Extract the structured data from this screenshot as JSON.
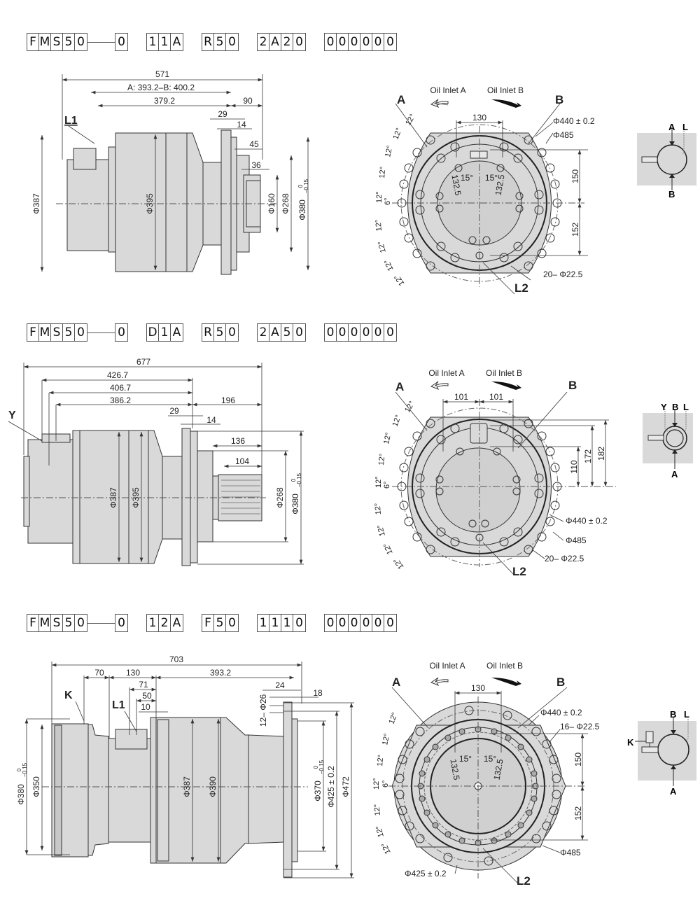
{
  "sections": [
    {
      "code": {
        "g1": [
          "F",
          "M",
          "S",
          "5",
          "0"
        ],
        "g2": [
          "0"
        ],
        "g3": [
          "1",
          "1",
          "A"
        ],
        "g4": [
          "R",
          "5",
          "0"
        ],
        "g5": [
          "2",
          "A",
          "2",
          "0"
        ],
        "g6": [
          "0",
          "0",
          "0",
          "0",
          "0",
          "0"
        ]
      },
      "side_view": {
        "dims": {
          "overall": "571",
          "ab": "A: 393.2–B: 400.2",
          "d379": "379.2",
          "d90": "90",
          "d29": "29",
          "d14": "14",
          "d45": "45",
          "d36": "36"
        },
        "diameters": {
          "body": "Φ387",
          "housing": "Φ395",
          "bore": "Φ160",
          "pilot": "Φ268",
          "flange": "Φ380",
          "flange_tol_upper": "0",
          "flange_tol_lower": "−0.15"
        },
        "labels": {
          "port": "L1"
        }
      },
      "front_view": {
        "oil_inlet_a": "Oil Inlet A",
        "oil_inlet_b": "Oil Inlet B",
        "port_a": "A",
        "port_b": "B",
        "port_l2": "L2",
        "d_top": "130",
        "angle_left": "15°",
        "angle_right": "15°",
        "radius": "132.5",
        "pcd": "Φ440 ± 0.2",
        "outer": "Φ485",
        "holes": "20– Φ22.5",
        "v_upper": "150",
        "v_lower": "152",
        "angles": [
          "12°",
          "12°",
          "12°",
          "12°",
          "12°",
          "6°",
          "12°",
          "12°",
          "12°",
          "12°"
        ]
      },
      "schematic": {
        "top1": "A",
        "top2": "L",
        "bottom": "B"
      }
    },
    {
      "code": {
        "g1": [
          "F",
          "M",
          "S",
          "5",
          "0"
        ],
        "g2": [
          "0"
        ],
        "g3": [
          "D",
          "1",
          "A"
        ],
        "g4": [
          "R",
          "5",
          "0"
        ],
        "g5": [
          "2",
          "A",
          "5",
          "0"
        ],
        "g6": [
          "0",
          "0",
          "0",
          "0",
          "0",
          "0"
        ]
      },
      "side_view": {
        "dims": {
          "overall": "677",
          "d426": "426.7",
          "d406": "406.7",
          "d386": "386.2",
          "d196": "196",
          "d29": "29",
          "d14": "14",
          "d136": "136",
          "d104": "104"
        },
        "diameters": {
          "body": "Φ387",
          "housing": "Φ395",
          "pilot": "Φ268",
          "flange": "Φ380",
          "flange_tol_upper": "0",
          "flange_tol_lower": "−0.15"
        },
        "labels": {
          "port": "Y"
        }
      },
      "front_view": {
        "oil_inlet_a": "Oil Inlet A",
        "oil_inlet_b": "Oil Inlet B",
        "port_a": "A",
        "port_b": "B",
        "port_l2": "L2",
        "d_left": "101",
        "d_right": "101",
        "pcd": "Φ440 ± 0.2",
        "outer": "Φ485",
        "holes": "20– Φ22.5",
        "v110": "110",
        "v172": "172",
        "v182": "182",
        "angles": [
          "12°",
          "12°",
          "12°",
          "12°",
          "12°",
          "6°",
          "12°",
          "12°",
          "12°",
          "12°"
        ]
      },
      "schematic": {
        "top1": "Y",
        "top2": "B",
        "top3": "L",
        "bottom": "A"
      }
    },
    {
      "code": {
        "g1": [
          "F",
          "M",
          "S",
          "5",
          "0"
        ],
        "g2": [
          "0"
        ],
        "g3": [
          "1",
          "2",
          "A"
        ],
        "g4": [
          "F",
          "5",
          "0"
        ],
        "g5": [
          "1",
          "1",
          "1",
          "0"
        ],
        "g6": [
          "0",
          "0",
          "0",
          "0",
          "0",
          "0"
        ]
      },
      "side_view": {
        "dims": {
          "overall": "703",
          "d70": "70",
          "d130": "130",
          "d393": "393.2",
          "d71": "71",
          "d50": "50",
          "d10": "10",
          "d24": "24",
          "d18": "18"
        },
        "diameters": {
          "rear": "Φ380",
          "rear_tol_upper": "0",
          "rear_tol_lower": "−0.15",
          "d350": "Φ350",
          "body": "Φ387",
          "housing": "Φ390",
          "pilot": "Φ370",
          "pilot_tol_upper": "0",
          "pilot_tol_lower": "−0.15",
          "pcd": "Φ425 ± 0.2",
          "flange": "Φ472",
          "holes": "12– Φ26"
        },
        "labels": {
          "brake": "K",
          "port": "L1"
        }
      },
      "front_view": {
        "oil_inlet_a": "Oil Inlet A",
        "oil_inlet_b": "Oil Inlet B",
        "port_a": "A",
        "port_b": "B",
        "port_l2": "L2",
        "d_top": "130",
        "angle_left": "15°",
        "angle_right": "15°",
        "radius": "132.5",
        "pcd": "Φ440 ± 0.2",
        "holes": "16– Φ22.5",
        "outer": "Φ485",
        "pcd2": "Φ425 ± 0.2",
        "v_upper": "150",
        "v_lower": "152",
        "angles": [
          "12°",
          "12°",
          "12°",
          "12°",
          "6°",
          "12°",
          "12°",
          "12°"
        ]
      },
      "schematic": {
        "top1": "B",
        "top2": "L",
        "side": "K",
        "bottom": "A"
      }
    }
  ]
}
